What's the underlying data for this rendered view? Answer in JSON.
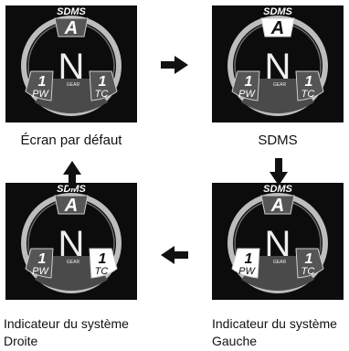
{
  "panels": [
    {
      "caption_lines": [
        "Écran par défaut"
      ],
      "highlight": "none",
      "labels": {
        "sdms": "SDMS",
        "mode": "A",
        "gear": "N",
        "gear_caption": "GEAR",
        "pw_value": "1",
        "pw_unit": "PW",
        "tc_value": "1",
        "tc_unit": "TC"
      }
    },
    {
      "caption_lines": [
        "SDMS"
      ],
      "highlight": "sdms",
      "labels": {
        "sdms": "SDMS",
        "mode": "A",
        "gear": "N",
        "gear_caption": "GEAR",
        "pw_value": "1",
        "pw_unit": "PW",
        "tc_value": "1",
        "tc_unit": "TC"
      }
    },
    {
      "caption_lines": [
        "Indicateur du système",
        "Droite"
      ],
      "highlight": "tc",
      "labels": {
        "sdms": "SDMS",
        "mode": "A",
        "gear": "N",
        "gear_caption": "GEAR",
        "pw_value": "1",
        "pw_unit": "PW",
        "tc_value": "1",
        "tc_unit": "TC"
      }
    },
    {
      "caption_lines": [
        "Indicateur du système",
        "Gauche"
      ],
      "highlight": "pw",
      "labels": {
        "sdms": "SDMS",
        "mode": "A",
        "gear": "N",
        "gear_caption": "GEAR",
        "pw_value": "1",
        "pw_unit": "PW",
        "tc_value": "1",
        "tc_unit": "TC"
      }
    }
  ],
  "arrows": [
    {
      "from_panel": 1,
      "to_panel": 2,
      "direction": "right"
    },
    {
      "from_panel": 2,
      "to_panel": 4,
      "direction": "down"
    },
    {
      "from_panel": 4,
      "to_panel": 3,
      "direction": "left"
    },
    {
      "from_panel": 3,
      "to_panel": 1,
      "direction": "up"
    }
  ],
  "colors": {
    "background": "#ffffff",
    "screen": "#0c0c0c",
    "segment": "#555555",
    "highlight": "#ffffff",
    "ring": "#bdbdbd",
    "arrow": "#111111"
  }
}
